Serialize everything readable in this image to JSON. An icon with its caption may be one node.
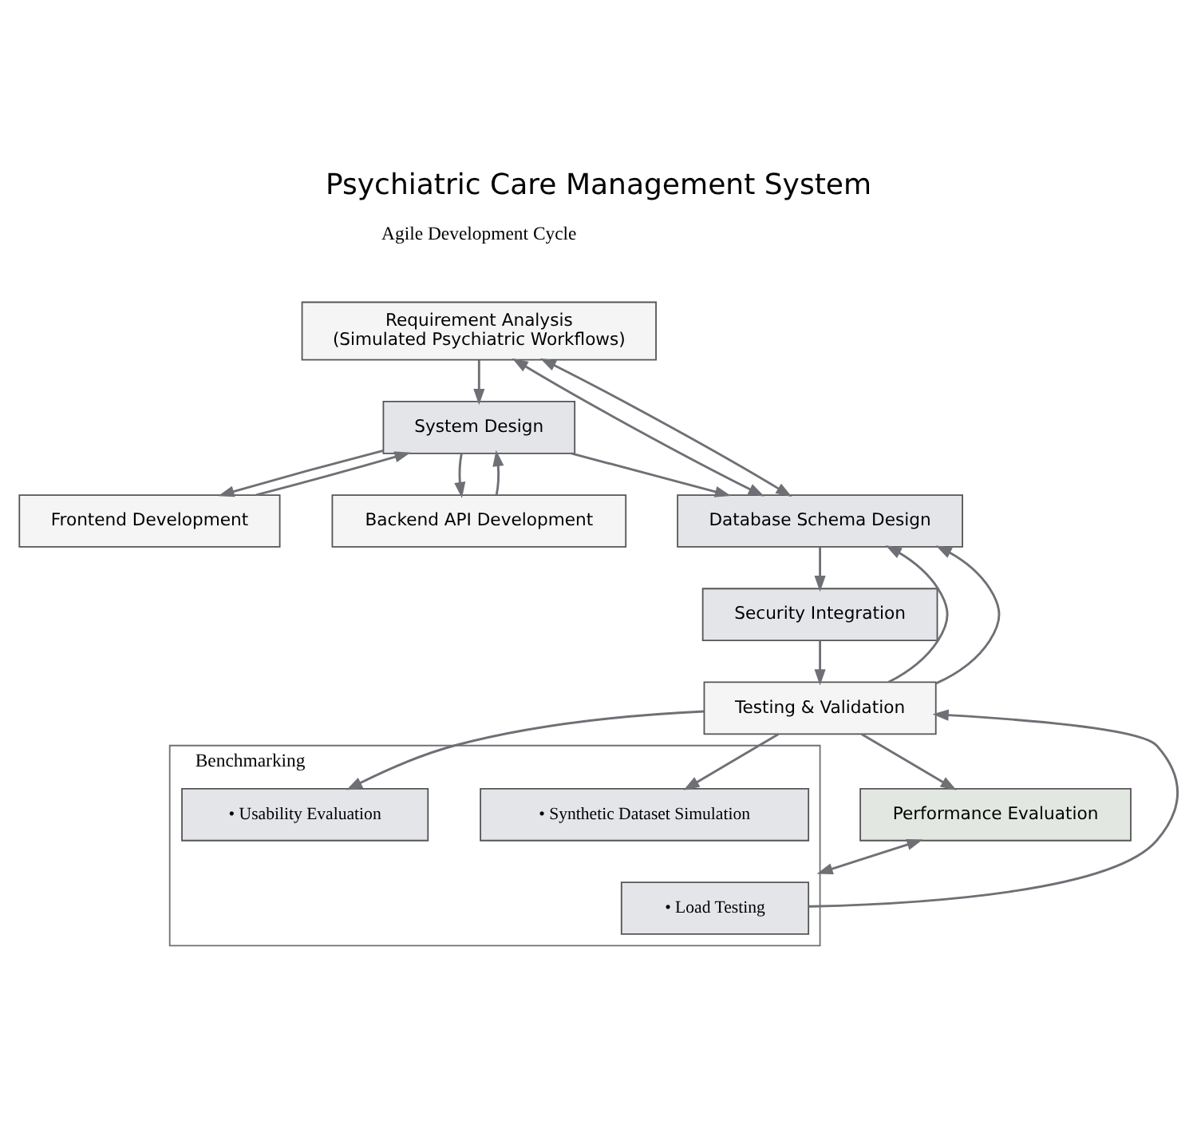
{
  "diagram": {
    "title": "Psychiatric Care Management System",
    "nodes": [
      {
        "text": [
          "Requirement Analysis",
          "(Simulated Psychiatric Workflows)"
        ]
      },
      {
        "text": [
          "System Design"
        ]
      },
      {
        "text": [
          "Frontend Development"
        ]
      },
      {
        "text": [
          "Backend API Development"
        ]
      },
      {
        "text": [
          "Database Schema Design"
        ]
      },
      {
        "text": [
          "Security Integration"
        ]
      },
      {
        "text": [
          "Testing & Validation"
        ]
      },
      {
        "text": [
          "Benchmarking"
        ]
      },
      {
        "text": [
          "• Load Testing"
        ],
        "in": 7
      },
      {
        "text": [
          "• Synthetic Dataset Simulation"
        ],
        "in": 7
      },
      {
        "text": [
          "• Usability Evaluation"
        ],
        "in": 7
      },
      {
        "text": [
          "Performance Evaluation"
        ]
      }
    ],
    "edges": [
      {
        "from": 0,
        "to": 1,
        "arrow": "to"
      },
      {
        "from": 1,
        "to": 2,
        "arrow": "to"
      },
      {
        "from": 1,
        "to": 3,
        "arrow": "to"
      },
      {
        "from": 1,
        "to": 4,
        "arrow": "to"
      },
      {
        "from": 2,
        "to": 1,
        "arrow": "to"
      },
      {
        "from": 3,
        "to": 1,
        "arrow": "to"
      },
      {
        "from": 4,
        "to": 0,
        "arrow": "both"
      },
      {
        "from": 4,
        "to": 0,
        "arrow": "both"
      },
      {
        "from": 4,
        "to": 5,
        "arrow": "to"
      },
      {
        "from": 5,
        "to": 6,
        "arrow": "to"
      },
      {
        "from": 6,
        "to": 4,
        "arrow": "to"
      },
      {
        "from": 6,
        "to": 4,
        "arrow": "to"
      },
      {
        "from": 8,
        "to": 6,
        "arrow": "to"
      },
      {
        "from": 6,
        "to": 9,
        "arrow": "to"
      },
      {
        "from": 6,
        "to": 10,
        "arrow": "to"
      },
      {
        "from": 6,
        "to": 11,
        "arrow": "to"
      },
      {
        "from": 11,
        "to": 7,
        "arrow": "both"
      }
    ],
    "labels": [
      "Agile Development Cycle"
    ]
  }
}
